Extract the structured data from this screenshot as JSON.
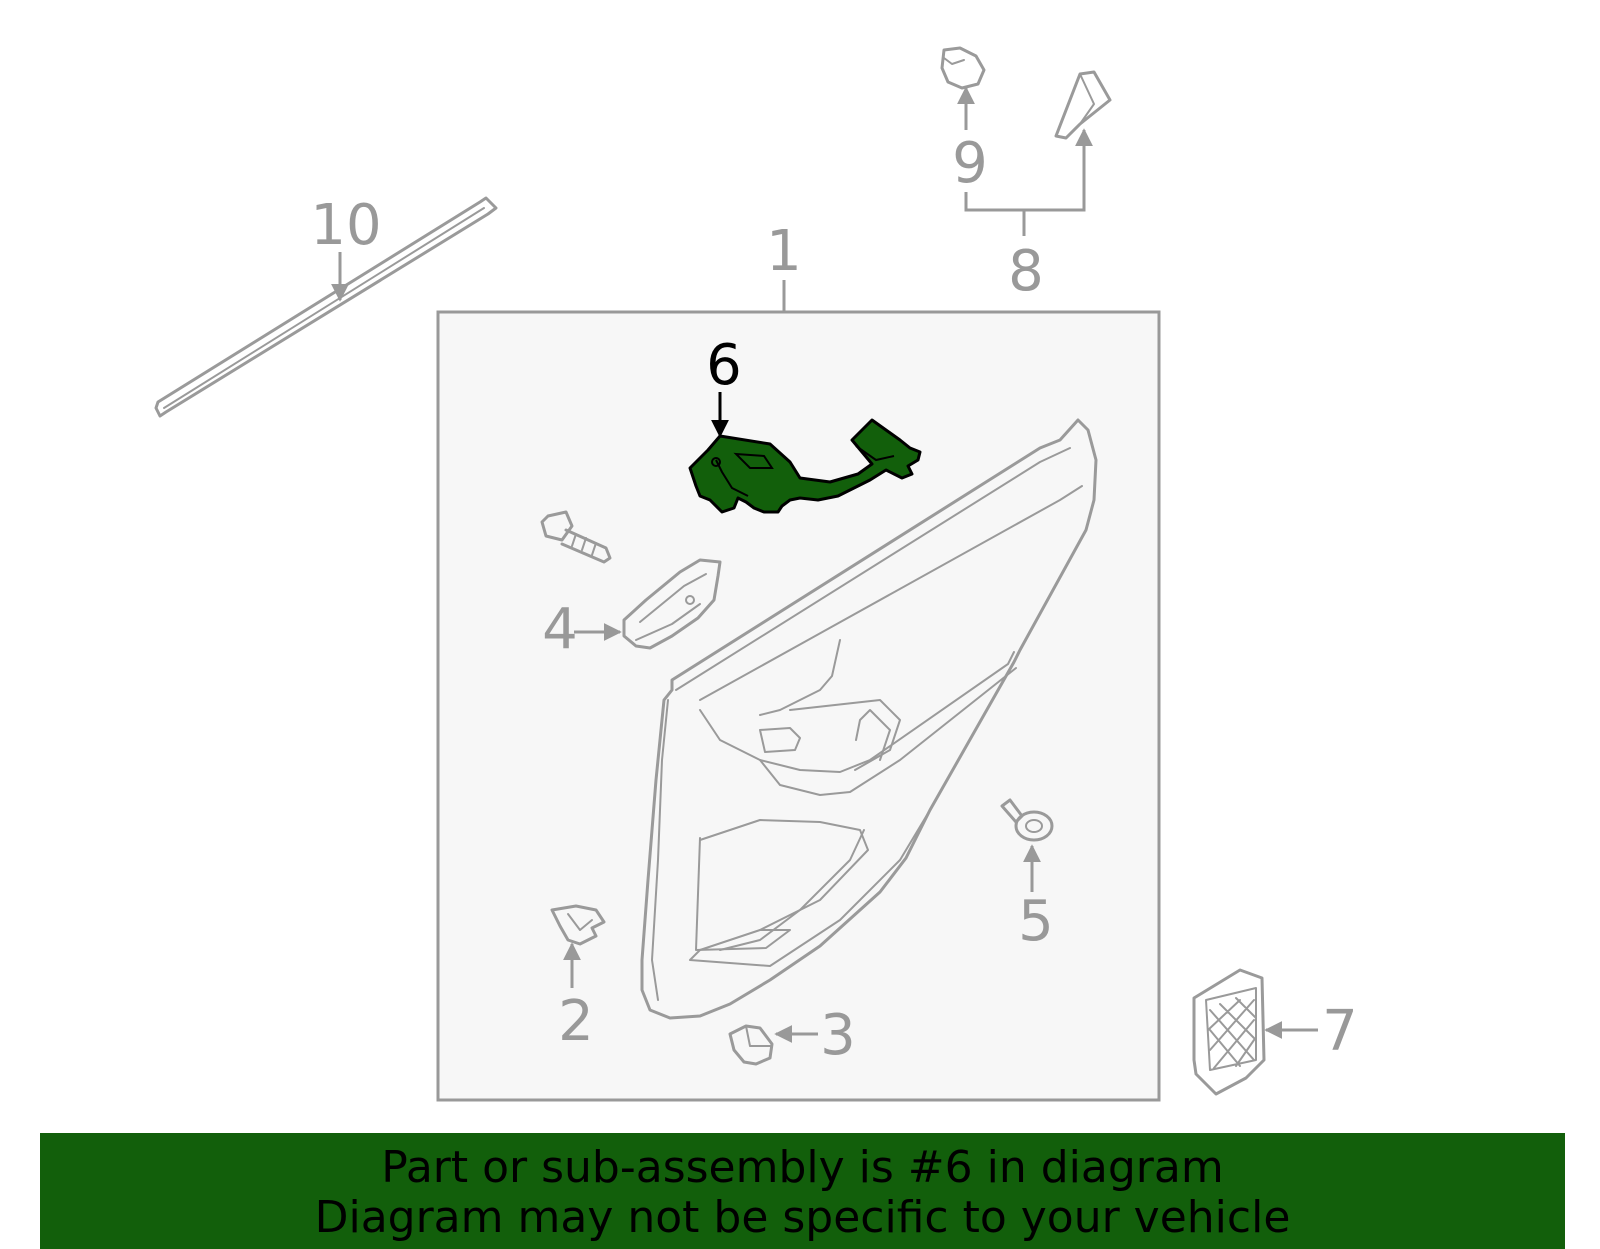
{
  "callouts": {
    "c1": "1",
    "c2": "2",
    "c3": "3",
    "c4": "4",
    "c5": "5",
    "c6": "6",
    "c7": "7",
    "c8": "8",
    "c9": "9",
    "c10": "10"
  },
  "highlighted_part": "6",
  "colors": {
    "highlight_fill": "#125f0b",
    "part_stroke": "#9a9a9a",
    "panel_fill": "#f7f7f7",
    "banner_bg": "#125f0b"
  },
  "banner": {
    "line1": "Part or sub-assembly is #6 in diagram",
    "line2": "Diagram may not be specific to your vehicle"
  }
}
